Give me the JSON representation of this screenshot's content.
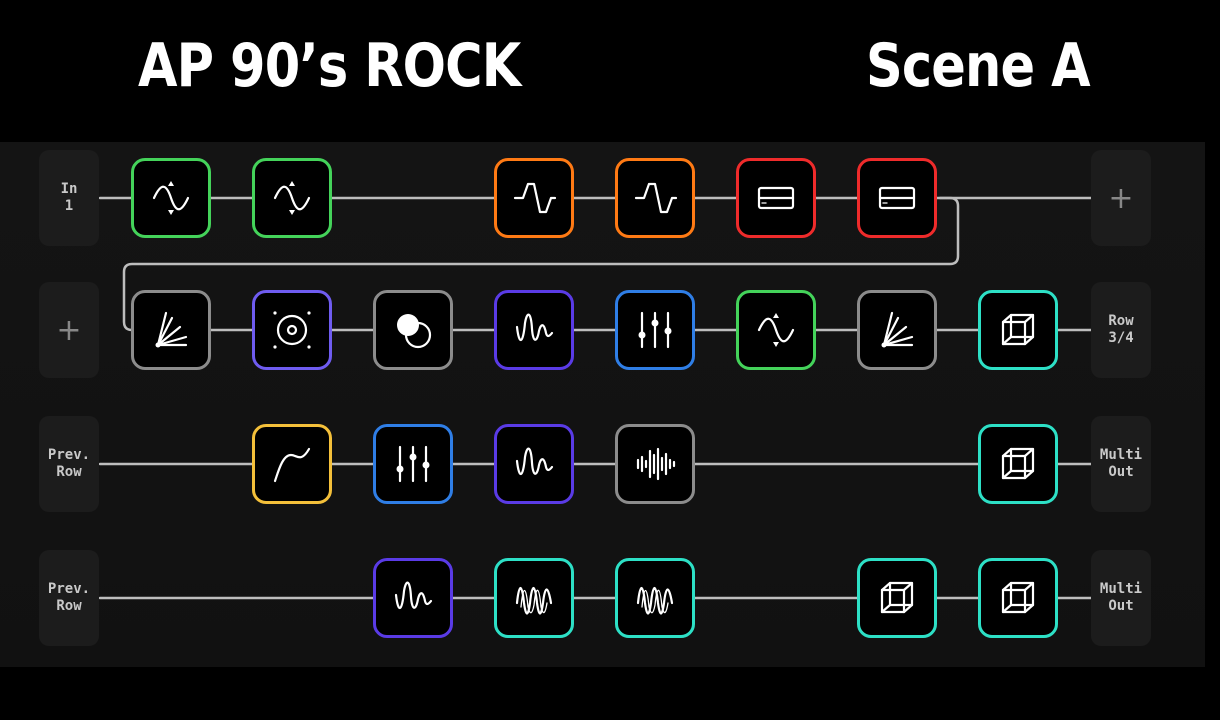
{
  "header": {
    "preset": "AP   90’s   ROCK",
    "scene": "Scene A"
  },
  "colors": {
    "green": "#44d35a",
    "orange": "#ff7a14",
    "red": "#ef2b2b",
    "gray": "#8c8c8c",
    "purple": "#6f5cf0",
    "blue": "#2f7ee6",
    "teal": "#2de0c6",
    "yellow": "#f4c03a",
    "indigo": "#5a3be6"
  },
  "rows": [
    {
      "left": {
        "label": "In\n1"
      },
      "right": {
        "label": "+"
      },
      "blocks": [
        {
          "slot": 0,
          "icon": "filter-wave-icon",
          "color": "green"
        },
        {
          "slot": 1,
          "icon": "filter-wave-icon",
          "color": "green"
        },
        {
          "slot": 3,
          "icon": "amp-wave-icon",
          "color": "orange"
        },
        {
          "slot": 4,
          "icon": "amp-wave-icon",
          "color": "orange"
        },
        {
          "slot": 5,
          "icon": "cab-icon",
          "color": "red"
        },
        {
          "slot": 6,
          "icon": "cab-icon",
          "color": "red"
        }
      ]
    },
    {
      "left": {
        "label": "+"
      },
      "right": {
        "label": "Row\n3/4"
      },
      "blocks": [
        {
          "slot": 0,
          "icon": "fan-icon",
          "color": "gray"
        },
        {
          "slot": 1,
          "icon": "speaker-icon",
          "color": "purple"
        },
        {
          "slot": 2,
          "icon": "circles-icon",
          "color": "gray"
        },
        {
          "slot": 3,
          "icon": "delay-wave-icon",
          "color": "indigo"
        },
        {
          "slot": 4,
          "icon": "eq-sliders-icon",
          "color": "blue"
        },
        {
          "slot": 5,
          "icon": "filter-wave-icon",
          "color": "green"
        },
        {
          "slot": 6,
          "icon": "fan-icon",
          "color": "gray"
        },
        {
          "slot": 7,
          "icon": "cube-icon",
          "color": "teal"
        }
      ]
    },
    {
      "left": {
        "label": "Prev.\nRow"
      },
      "right": {
        "label": "Multi\nOut"
      },
      "blocks": [
        {
          "slot": 1,
          "icon": "curve-icon",
          "color": "yellow"
        },
        {
          "slot": 2,
          "icon": "eq-sliders-icon",
          "color": "blue"
        },
        {
          "slot": 3,
          "icon": "delay-wave-icon",
          "color": "indigo"
        },
        {
          "slot": 4,
          "icon": "bars-icon",
          "color": "gray"
        },
        {
          "slot": 7,
          "icon": "cube-icon",
          "color": "teal"
        }
      ]
    },
    {
      "left": {
        "label": "Prev.\nRow"
      },
      "right": {
        "label": "Multi\nOut"
      },
      "blocks": [
        {
          "slot": 2,
          "icon": "delay-wave-icon",
          "color": "indigo"
        },
        {
          "slot": 3,
          "icon": "multi-wave-icon",
          "color": "teal"
        },
        {
          "slot": 4,
          "icon": "multi-wave-icon",
          "color": "teal"
        },
        {
          "slot": 6,
          "icon": "cube-icon",
          "color": "teal"
        },
        {
          "slot": 7,
          "icon": "cube-icon",
          "color": "teal"
        }
      ]
    }
  ]
}
